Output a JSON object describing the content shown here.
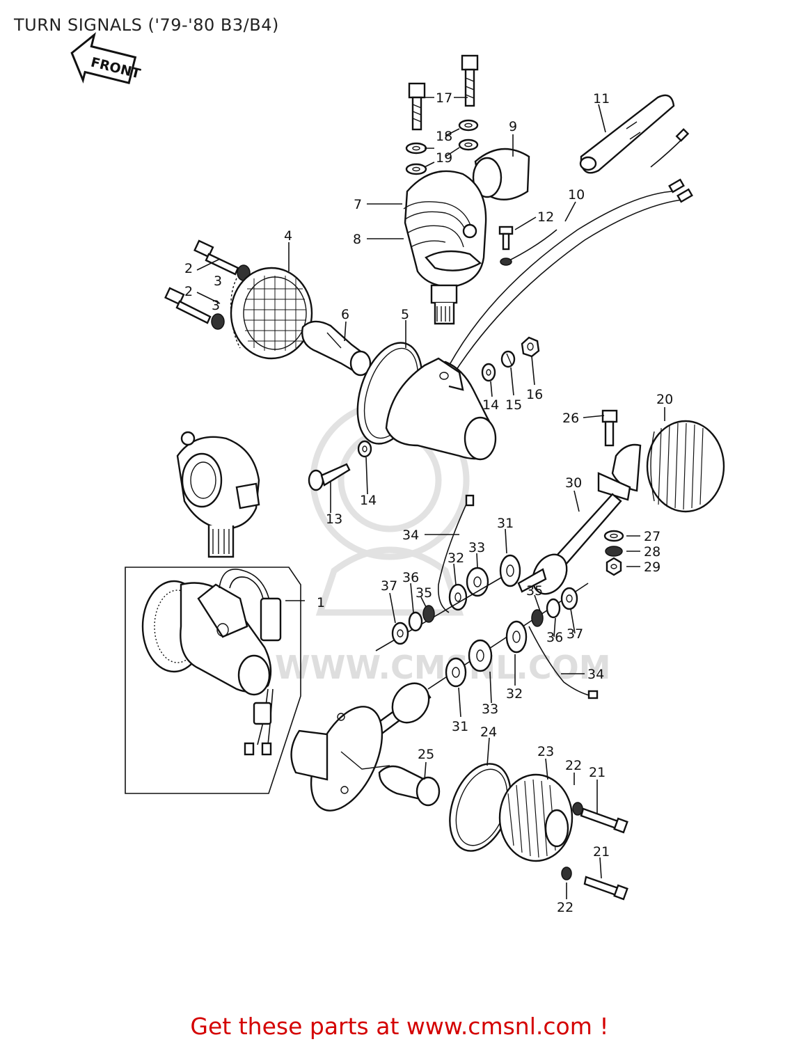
{
  "title": "TURN SIGNALS ('79-'80 B3/B4)",
  "front_label": "FRONT",
  "watermark_text": "WWW.CMSNL.COM",
  "footer_text": "Get these parts at www.cmsnl.com !",
  "footer_color": "#d40000",
  "callouts": [
    "1",
    "2",
    "2",
    "3",
    "3",
    "4",
    "5",
    "6",
    "7",
    "8",
    "9",
    "10",
    "11",
    "12",
    "13",
    "14",
    "14",
    "15",
    "16",
    "17",
    "18",
    "19",
    "20",
    "21",
    "21",
    "22",
    "22",
    "23",
    "24",
    "25",
    "26",
    "27",
    "28",
    "29",
    "30",
    "31",
    "31",
    "32",
    "32",
    "33",
    "33",
    "34",
    "34",
    "35",
    "35",
    "36",
    "36",
    "37",
    "37"
  ]
}
